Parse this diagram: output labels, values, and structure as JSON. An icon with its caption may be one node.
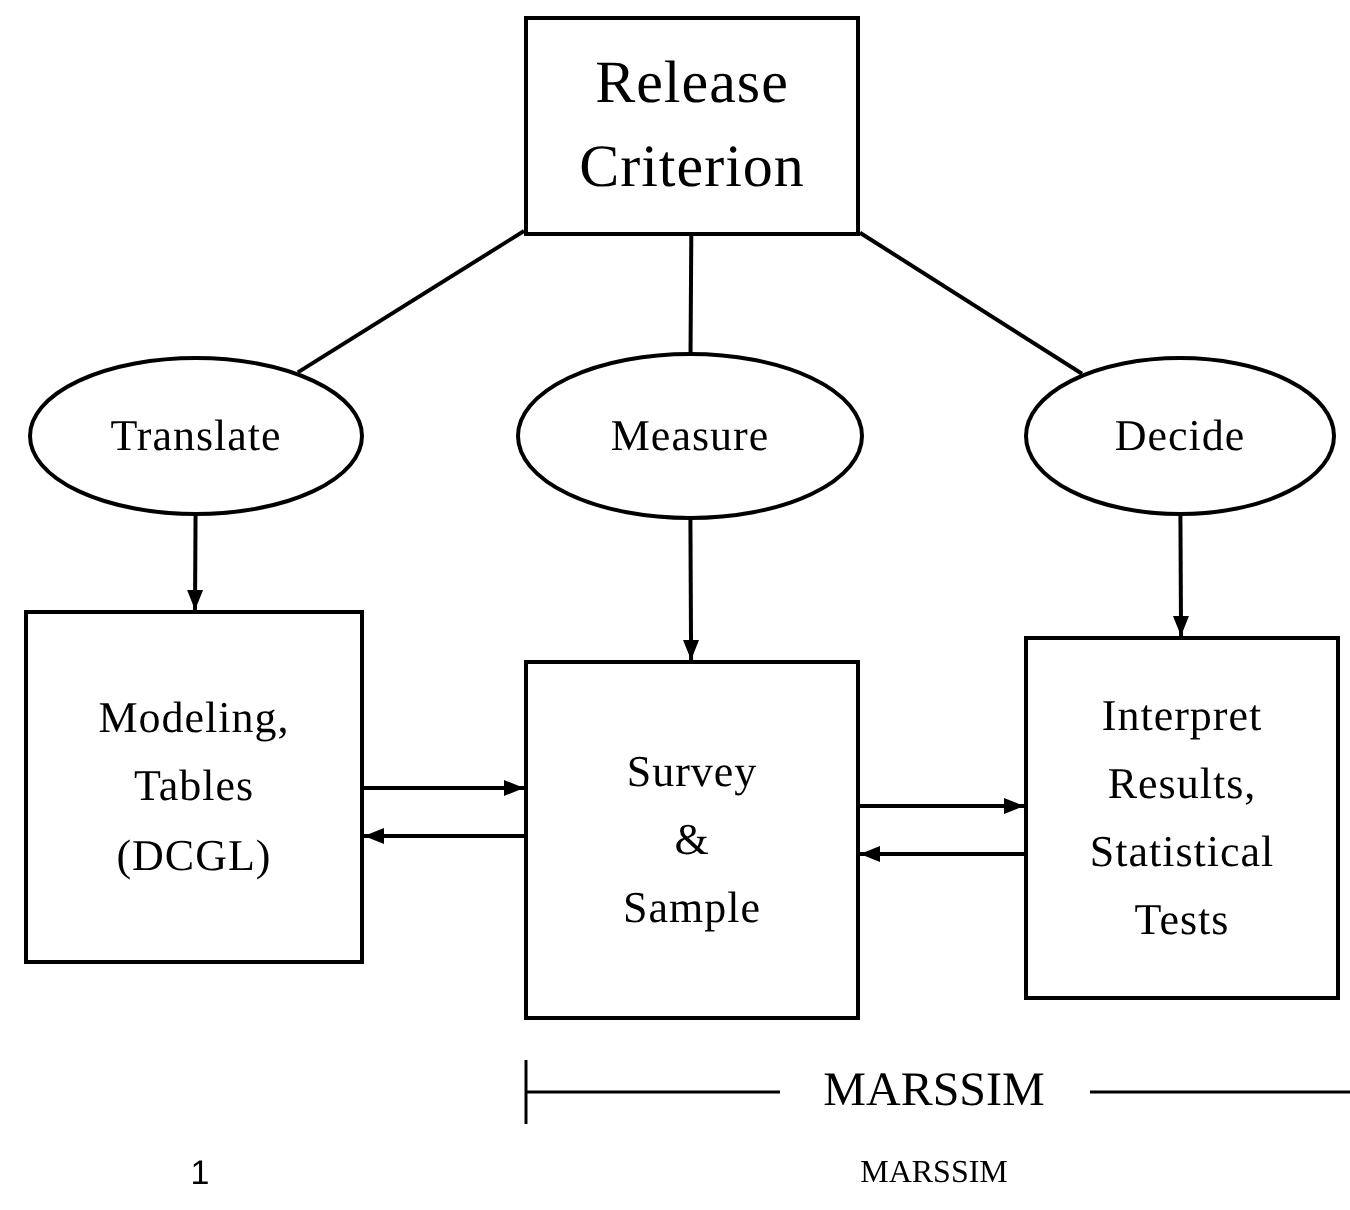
{
  "diagram": {
    "nodes": [
      {
        "text": [
          "Release Criterion"
        ]
      },
      {
        "text": [
          "Translate"
        ]
      },
      {
        "text": [
          "Measure"
        ]
      },
      {
        "text": [
          "Decide"
        ]
      },
      {
        "text": [
          "Modeling, Tables (DCGL)"
        ]
      },
      {
        "text": [
          "Survey & Sample"
        ]
      },
      {
        "text": [
          "Interpret Results, Statistical Tests"
        ]
      }
    ],
    "edges": [
      {
        "from": 0,
        "to": 1,
        "arrow": "none"
      },
      {
        "from": 0,
        "to": 2,
        "arrow": "none"
      },
      {
        "from": 0,
        "to": 3,
        "arrow": "none"
      },
      {
        "from": 1,
        "to": 4,
        "arrow": "to"
      },
      {
        "from": 2,
        "to": 5,
        "arrow": "to"
      },
      {
        "from": 3,
        "to": 6,
        "arrow": "to"
      },
      {
        "from": 4,
        "to": 5,
        "arrow": "to"
      },
      {
        "from": 5,
        "to": 4,
        "arrow": "to"
      },
      {
        "from": 5,
        "to": 6,
        "arrow": "to"
      },
      {
        "from": 6,
        "to": 5,
        "arrow": "to"
      }
    ],
    "labels": [
      "MARSSIM",
      "1",
      "MARSSIM"
    ]
  }
}
